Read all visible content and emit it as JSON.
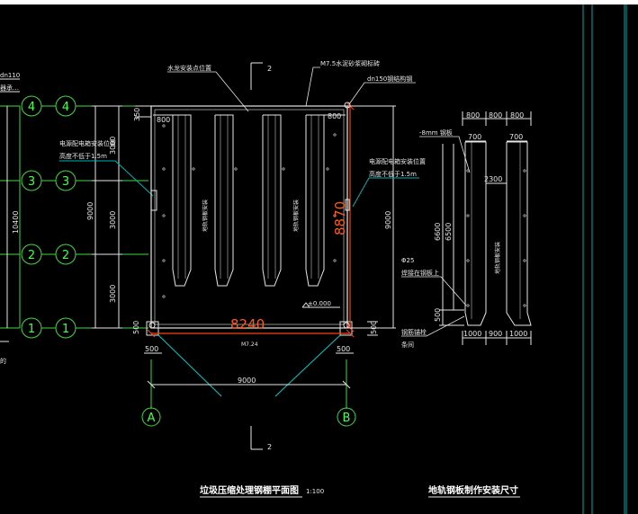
{
  "colors": {
    "background": "#000000",
    "line_white": "#e6e6e6",
    "line_green": "#40d840",
    "line_cyan": "#00b0b0",
    "line_red": "#ff4010",
    "text_red": "#ff5a1a"
  },
  "left_cutoff": {
    "top_label_1": "dn110",
    "top_label_2": "器承…",
    "vertical_dim": "10400",
    "bottom_label": "的"
  },
  "grid_axes_left": {
    "col1": [
      "4",
      "3",
      "2",
      "1"
    ],
    "col2": [
      "4",
      "3",
      "2",
      "1"
    ]
  },
  "grid_axes_bottom": [
    "A",
    "B"
  ],
  "section_marks": {
    "top": "2",
    "bottom": "2"
  },
  "plan_dims": {
    "row_dims": [
      "3000",
      "3000",
      "3000"
    ],
    "total_left": "9000",
    "total_right": "9000",
    "span_red": "8240",
    "height_red": "8870",
    "span_bottom": "9000",
    "pier_w_left": "500",
    "pier_w_right": "500",
    "left_top_350": "350",
    "left_top_800": "800",
    "right_top_800": "800",
    "left_bot_500": "500",
    "right_bot_500": "500",
    "level": "±0.000",
    "wall_code": "M7.24"
  },
  "annotations": {
    "water_valve": "水龙安装点位置",
    "mortar_brick": "M7.5水泥砂浆砌标砖",
    "pipe": "dn150钢结构钢",
    "power_box_left_1": "电源配电箱安装位置",
    "power_box_left_2": "高度不低于1.5m",
    "power_box_right_1": "电源配电箱安装位置",
    "power_box_right_2": "高度不低于1.5m",
    "trough_label": "地轨钢板安装"
  },
  "side_detail": {
    "top_dims": [
      "800",
      "800",
      "800"
    ],
    "sub_dims": [
      "700",
      "700"
    ],
    "plate_label": "-8mm 钢板",
    "mid_dim": "2300",
    "height_1": "6600",
    "height_2": "6500",
    "bot_dim": "500",
    "rebar_1": "Φ25",
    "rebar_2": "焊接在钢板上",
    "anchor_1": "钢筋锚栓",
    "anchor_2": "条间",
    "bottom_dims": [
      "1000",
      "900",
      "1000"
    ],
    "trough_label": "地轨钢板安装"
  },
  "titles": {
    "main": "垃圾压缩处理钢棚平面图",
    "scale": "1:100",
    "detail": "地轨钢板制作安装尺寸"
  }
}
